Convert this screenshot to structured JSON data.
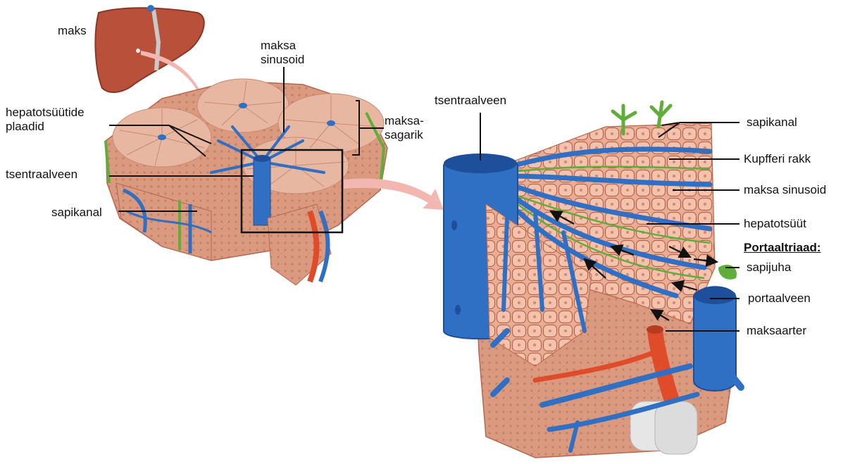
{
  "colors": {
    "tissue": "#dfa48c",
    "tissue_dark": "#c97f66",
    "cell": "#f3c3ad",
    "cell_border": "#b8664e",
    "vein": "#2f6fc4",
    "vein_dark": "#1d4f9a",
    "artery": "#e04b2a",
    "bile": "#5fae3a",
    "liver": "#b8503a",
    "arrow_pink": "#f2b7b0",
    "ink": "#111111"
  },
  "labels": {
    "maks": "maks",
    "maksa_sinusoid_top": "maksa\nsinusoid",
    "hepatotsuutide_plaadid": "hepatotsüütide\nplaadid",
    "maksa_sagarik": "maksa-\nsagarik",
    "tsentraalveen_left": "tsentraalveen",
    "sapikanal_left": "sapikanal",
    "tsentraalveen_right": "tsentraalveen",
    "sapikanal_right": "sapikanal",
    "kupfferi_rakk": "Kupfferi rakk",
    "maksa_sinusoid_right": "maksa sinusoid",
    "hepatotsuut": "hepatotsüüt",
    "portaaltriaad": "Portaaltriaad:",
    "sapijuha": "sapijuha",
    "portaalveen": "portaalveen",
    "maksaarter": "maksaarter"
  }
}
